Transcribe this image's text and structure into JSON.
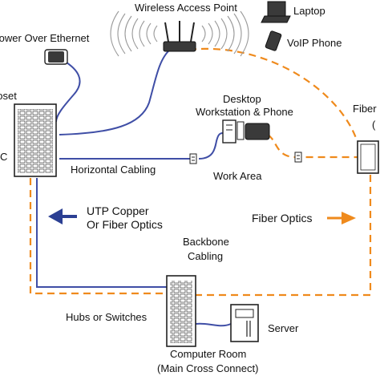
{
  "colors": {
    "copper": "#3f4ea6",
    "fiber": "#ef8a1c",
    "device_fill": "#ffffff",
    "device_stroke": "#222222",
    "device_dark": "#3a3a3a",
    "arrow_copper": "#2b3f93",
    "arrow_fiber": "#ef8a1c"
  },
  "labels": {
    "wireless_ap": "Wireless Access Point",
    "laptop": "Laptop",
    "voip_phone": "VoIP Phone",
    "poe": "Power Over Ethernet",
    "closet": "Closet",
    "tc": "TC",
    "desktop_line1": "Desktop",
    "desktop_line2": "Workstation & Phone",
    "fiber_right_line1": "Fiber",
    "fiber_right_line2": "(",
    "horizontal_cabling": "Horizontal Cabling",
    "work_area": "Work Area",
    "utp_line1": "UTP Copper",
    "utp_line2": "Or Fiber Optics",
    "fiber_optics": "Fiber Optics",
    "backbone_line1": "Backbone",
    "backbone_line2": "Cabling",
    "hubs_switches": "Hubs or Switches",
    "server": "Server",
    "computer_room_line1": "Computer Room",
    "computer_room_line2": "(Main Cross Connect)"
  },
  "icons": [
    "wifi-waves-icon",
    "access-point-icon",
    "laptop-icon",
    "voip-phone-icon",
    "poe-injector-icon",
    "telecom-closet-rack-icon",
    "desktop-workstation-icon",
    "phone-icon",
    "wall-outlet-icon",
    "fiber-enclosure-icon",
    "hub-switch-rack-icon",
    "server-icon",
    "left-arrow-icon",
    "right-arrow-icon"
  ]
}
